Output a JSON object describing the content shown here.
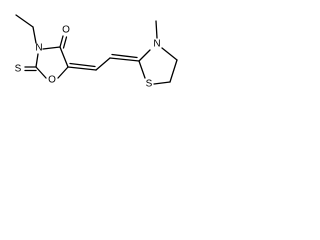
{
  "molecule": {
    "atoms": {
      "n_left": "N",
      "o_carbonyl": "O",
      "s_thione": "S",
      "o_ring": "O",
      "n_right": "N",
      "s_right": "S"
    }
  }
}
